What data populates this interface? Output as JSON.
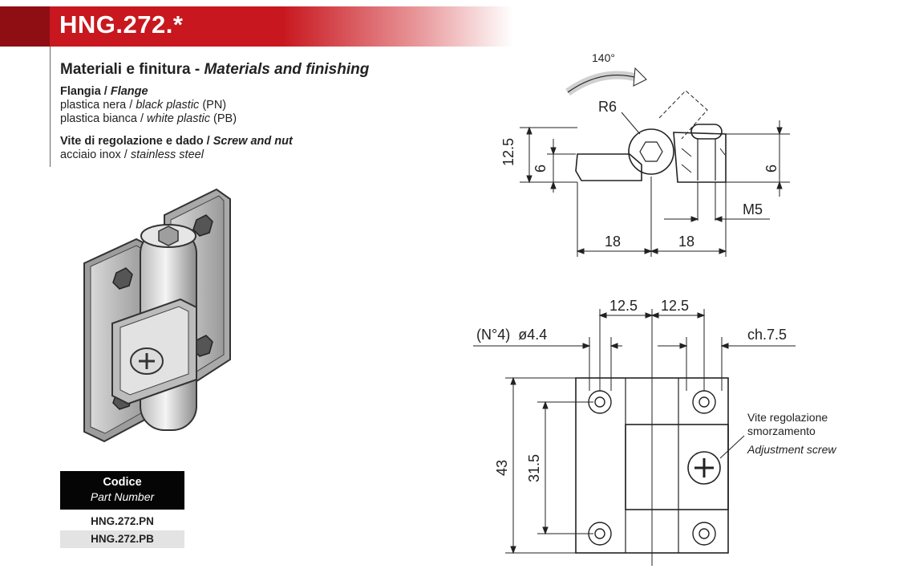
{
  "header": {
    "title": "HNG.272.*"
  },
  "materials": {
    "heading_it": "Materiali e finitura - ",
    "heading_en": "Materials and finishing",
    "flange": {
      "title_it": "Flangia / ",
      "title_en": "Flange",
      "line1_it": "plastica nera / ",
      "line1_en": "black plastic",
      "line1_code": " (PN)",
      "line2_it": "plastica bianca / ",
      "line2_en": "white plastic",
      "line2_code": " (PB)"
    },
    "screw": {
      "title_it": "Vite di regolazione e dado / ",
      "title_en": "Screw and nut",
      "line1_it": "acciaio inox / ",
      "line1_en": "stainless steel"
    }
  },
  "code_table": {
    "header_it": "Codice",
    "header_en": "Part Number",
    "rows": [
      "HNG.272.PN",
      "HNG.272.PB"
    ]
  },
  "side_view": {
    "angle": "140°",
    "radius": "R6",
    "height_total": "12.5",
    "height_left": "6",
    "height_right": "6",
    "thread": "M5",
    "width_left": "18",
    "width_right": "18"
  },
  "top_view": {
    "dim_left": "12.5",
    "dim_right": "12.5",
    "holes": "(N°4)  ø4.4",
    "hex": "ch.7.5",
    "height_total": "43",
    "height_inner": "31.5",
    "note_line1": "Vite regolazione",
    "note_line2": "smorzamento",
    "note_line3": "Adjustment screw"
  }
}
